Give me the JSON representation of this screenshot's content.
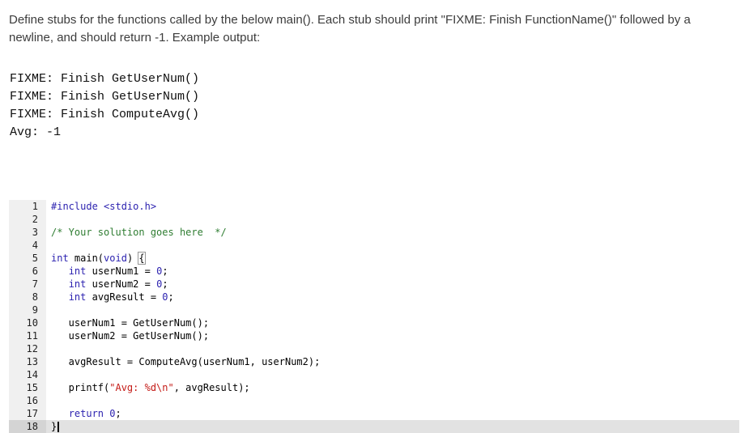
{
  "instructions": {
    "text": "Define stubs for the functions called by the below main(). Each stub should print \"FIXME: Finish FunctionName()\" followed by a newline, and should return -1. Example output:"
  },
  "example_output": [
    "FIXME: Finish GetUserNum()",
    "FIXME: Finish GetUserNum()",
    "FIXME: Finish ComputeAvg()",
    "Avg: -1"
  ],
  "editor": {
    "language": "c",
    "ui": {
      "gutter_bg": "#f0f0f0",
      "gutter_active": "#d4d4d4",
      "active_line": "#e2e2e2"
    },
    "colors": {
      "pl": "#000000",
      "pre": "#2d23b0",
      "kw": "#2d23b0",
      "num": "#2d23b0",
      "cm": "#2f7d32",
      "str": "#c41a16",
      "bracket": "#000000"
    },
    "lines": [
      {
        "n": 1,
        "segments": [
          {
            "t": "#include",
            "c": "pre"
          },
          {
            "t": " ",
            "c": "pl"
          },
          {
            "t": "<stdio.h>",
            "c": "pre"
          }
        ]
      },
      {
        "n": 2,
        "segments": []
      },
      {
        "n": 3,
        "segments": [
          {
            "t": "/* Your solution goes here  */",
            "c": "cm"
          }
        ]
      },
      {
        "n": 4,
        "segments": []
      },
      {
        "n": 5,
        "segments": [
          {
            "t": "int",
            "c": "kw"
          },
          {
            "t": " main(",
            "c": "pl"
          },
          {
            "t": "void",
            "c": "kw"
          },
          {
            "t": ") ",
            "c": "pl"
          },
          {
            "t": "{",
            "c": "bracket"
          }
        ]
      },
      {
        "n": 6,
        "segments": [
          {
            "t": "   ",
            "c": "pl"
          },
          {
            "t": "int",
            "c": "kw"
          },
          {
            "t": " userNum1 = ",
            "c": "pl"
          },
          {
            "t": "0",
            "c": "num"
          },
          {
            "t": ";",
            "c": "pl"
          }
        ]
      },
      {
        "n": 7,
        "segments": [
          {
            "t": "   ",
            "c": "pl"
          },
          {
            "t": "int",
            "c": "kw"
          },
          {
            "t": " userNum2 = ",
            "c": "pl"
          },
          {
            "t": "0",
            "c": "num"
          },
          {
            "t": ";",
            "c": "pl"
          }
        ]
      },
      {
        "n": 8,
        "segments": [
          {
            "t": "   ",
            "c": "pl"
          },
          {
            "t": "int",
            "c": "kw"
          },
          {
            "t": " avgResult = ",
            "c": "pl"
          },
          {
            "t": "0",
            "c": "num"
          },
          {
            "t": ";",
            "c": "pl"
          }
        ]
      },
      {
        "n": 9,
        "segments": []
      },
      {
        "n": 10,
        "segments": [
          {
            "t": "   userNum1 = GetUserNum();",
            "c": "pl"
          }
        ]
      },
      {
        "n": 11,
        "segments": [
          {
            "t": "   userNum2 = GetUserNum();",
            "c": "pl"
          }
        ]
      },
      {
        "n": 12,
        "segments": []
      },
      {
        "n": 13,
        "segments": [
          {
            "t": "   avgResult = ComputeAvg(userNum1, userNum2);",
            "c": "pl"
          }
        ]
      },
      {
        "n": 14,
        "segments": []
      },
      {
        "n": 15,
        "segments": [
          {
            "t": "   printf(",
            "c": "pl"
          },
          {
            "t": "\"Avg: %d\\n\"",
            "c": "str"
          },
          {
            "t": ", avgResult);",
            "c": "pl"
          }
        ]
      },
      {
        "n": 16,
        "segments": []
      },
      {
        "n": 17,
        "segments": [
          {
            "t": "   ",
            "c": "pl"
          },
          {
            "t": "return",
            "c": "kw"
          },
          {
            "t": " ",
            "c": "pl"
          },
          {
            "t": "0",
            "c": "num"
          },
          {
            "t": ";",
            "c": "pl"
          }
        ]
      },
      {
        "n": 18,
        "segments": [
          {
            "t": "}",
            "c": "pl"
          }
        ],
        "active": true,
        "cursor": true
      }
    ]
  }
}
